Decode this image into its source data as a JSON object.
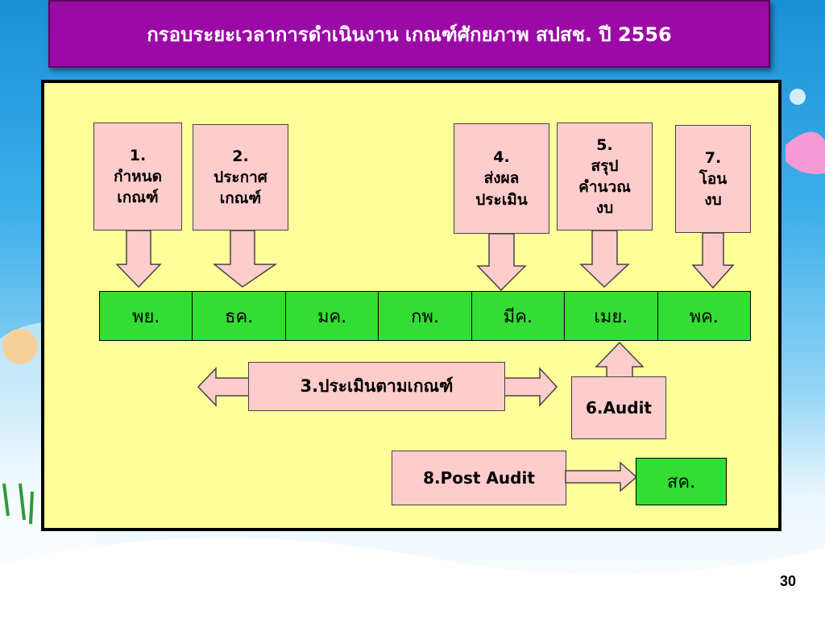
{
  "title": "กรอบระยะเวลาการดำเนินงาน  เกณฑ์ศักยภาพ สปสช. ปี 2556",
  "steps": [
    {
      "lines": [
        "1.",
        "กำหนด",
        "เกณฑ์"
      ]
    },
    {
      "lines": [
        "2.",
        "ประกาศ",
        "เกณฑ์"
      ]
    },
    {
      "lines": [
        "4.",
        "ส่งผล",
        "ประเมิน"
      ]
    },
    {
      "lines": [
        "5.",
        "สรุป",
        "คำนวณ",
        "งบ"
      ]
    },
    {
      "lines": [
        "7.",
        "โอน",
        "งบ"
      ]
    }
  ],
  "months": [
    "พย.",
    "ธค.",
    "มค.",
    "กพ.",
    "มีค.",
    "เมย.",
    "พค."
  ],
  "step3": "3.ประเมินตามเกณฑ์",
  "step6": "6.Audit",
  "step8": "8.Post Audit",
  "post_audit_month": "สค.",
  "page_number": "30",
  "colors": {
    "title_bg": "#9b0aa6",
    "panel_bg": "#ffff99",
    "callout_bg": "#ffcccc",
    "month_bg": "#33dd33"
  }
}
